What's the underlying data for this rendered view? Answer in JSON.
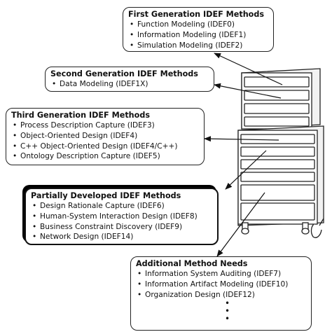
{
  "first_generation": {
    "title": "First Generation IDEF Methods",
    "items": [
      "Function Modeling (IDEF0)",
      "Information Modeling (IDEF1)",
      "Simulation Modeling (IDEF2)"
    ]
  },
  "second_generation": {
    "title": "Second Generation IDEF Methods",
    "items": [
      "Data Modeling (IDEF1X)"
    ]
  },
  "third_generation": {
    "title": "Third Generation IDEF Methods",
    "items": [
      "Process Description Capture (IDEF3)",
      "Object-Oriented Design (IDEF4)",
      "C++ Object-Oriented Design (IDEF4/C++)",
      "Ontology Description Capture (IDEF5)"
    ]
  },
  "partially_developed": {
    "title": "Partially Developed IDEF Methods",
    "items": [
      "Design Rationale Capture (IDEF6)",
      "Human-System Interaction Design (IDEF8)",
      "Business Constraint Discovery (IDEF9)",
      "Network Design (IDEF14)"
    ]
  },
  "additional_needs": {
    "title": "Additional Method Needs",
    "items": [
      "Information System Auditing (IDEF7)",
      "Information Artifact Modeling (IDEF10)",
      "Organization Design (IDEF12)"
    ],
    "continuation": [
      "•",
      "•",
      "•"
    ]
  }
}
